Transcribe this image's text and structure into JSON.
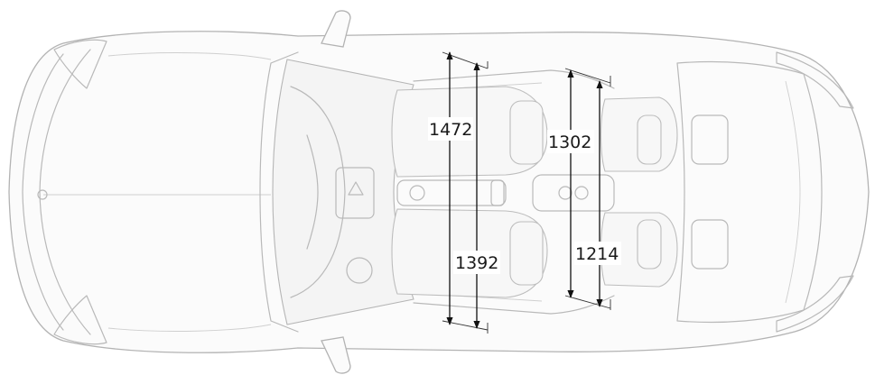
{
  "dimensions": [
    {
      "id": "front-shoulder-width",
      "label": "1472"
    },
    {
      "id": "front-hip-width",
      "label": "1392"
    },
    {
      "id": "rear-shoulder-width",
      "label": "1302"
    },
    {
      "id": "rear-hip-width",
      "label": "1214"
    }
  ],
  "colors": {
    "outline": "#b9b9b9",
    "dimension": "#111111"
  }
}
